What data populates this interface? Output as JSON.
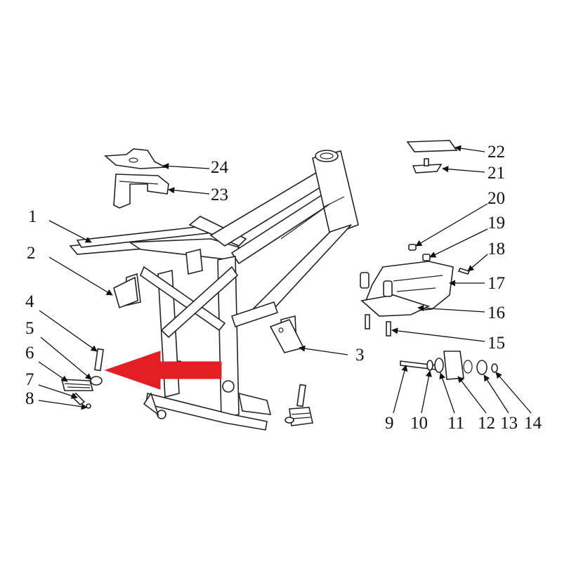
{
  "diagram": {
    "title": "",
    "callout_labels": [
      "1",
      "2",
      "3",
      "4",
      "5",
      "6",
      "7",
      "8",
      "9",
      "10",
      "11",
      "12",
      "13",
      "14",
      "15",
      "16",
      "17",
      "18",
      "19",
      "20",
      "21",
      "22",
      "23",
      "24"
    ],
    "highlight_arrow": {
      "color": "#e31e24",
      "points_to": "4"
    },
    "line_color": "#222222",
    "background": "#ffffff"
  }
}
